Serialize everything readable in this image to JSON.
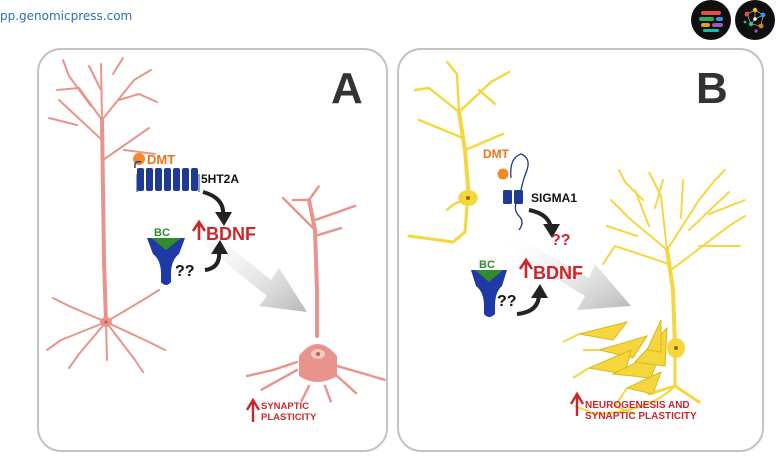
{
  "header": {
    "site_url": "pp.genomicpress.com",
    "logos": [
      "genomic-press-logo",
      "brain-network-logo"
    ]
  },
  "panel_a": {
    "letter": "A",
    "dmt_label": "DMT",
    "receptor_label": "5HT2A",
    "bdnf_label": "BDNF",
    "bc_label": "BC",
    "unknown_label": "??",
    "outcome_line1": "SYNAPTIC",
    "outcome_line2": "PLASTICITY"
  },
  "panel_b": {
    "letter": "B",
    "dmt_label": "DMT",
    "receptor_label": "SIGMA1",
    "unknown_top_label": "??",
    "bc_label": "BC",
    "unknown_label": "??",
    "bdnf_label": "BDNF",
    "outcome_line1": "NEUROGENESIS AND",
    "outcome_line2": "SYNAPTIC PLASTICITY"
  },
  "colors": {
    "neuron_pink": "#e8948c",
    "neuron_yellow": "#f5d63d",
    "receptor_blue": "#1f3a93",
    "dmt_orange": "#f08a24",
    "bc_green": "#2e8b2e",
    "arrow_red": "#c8282d",
    "label_orange": "#e8731a",
    "panel_border": "#c3c3c3"
  }
}
